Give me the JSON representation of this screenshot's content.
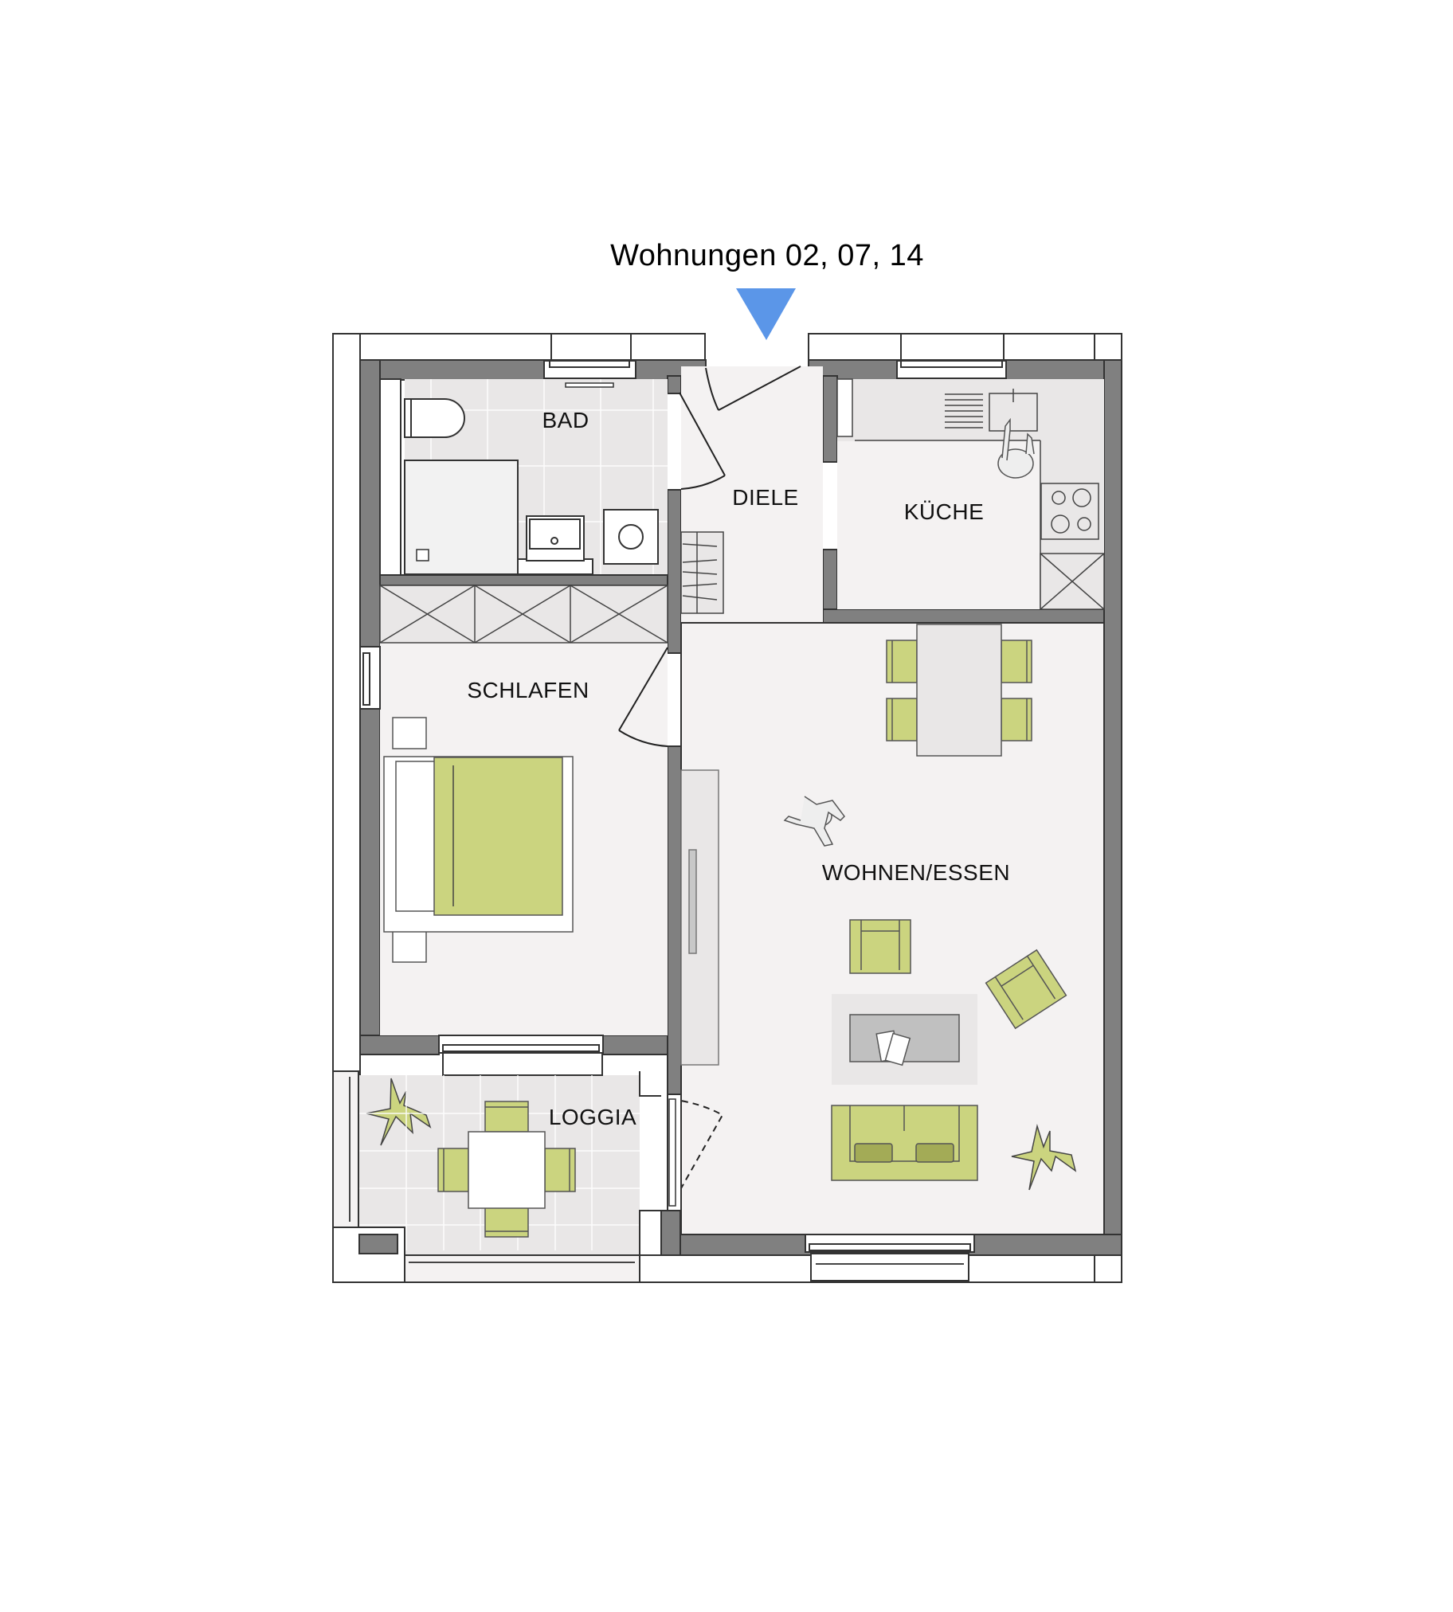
{
  "header": {
    "title": "Wohnungen 02, 07, 14",
    "entrance_marker": "entrance-arrow-icon"
  },
  "colors": {
    "wall": "#808080",
    "floor": "#f4f2f2",
    "tile": "#e9e7e7",
    "furniture_green": "#cbd47f",
    "cushion_green": "#a3ab56",
    "entrance_arrow": "#5b96e8",
    "outline": "#333333"
  },
  "rooms": [
    {
      "id": "bad",
      "label": "BAD"
    },
    {
      "id": "diele",
      "label": "DIELE"
    },
    {
      "id": "kueche",
      "label": "KÜCHE"
    },
    {
      "id": "schlafen",
      "label": "SCHLAFEN"
    },
    {
      "id": "wohnen_essen",
      "label": "WOHNEN/ESSEN"
    },
    {
      "id": "loggia",
      "label": "LOGGIA"
    }
  ]
}
